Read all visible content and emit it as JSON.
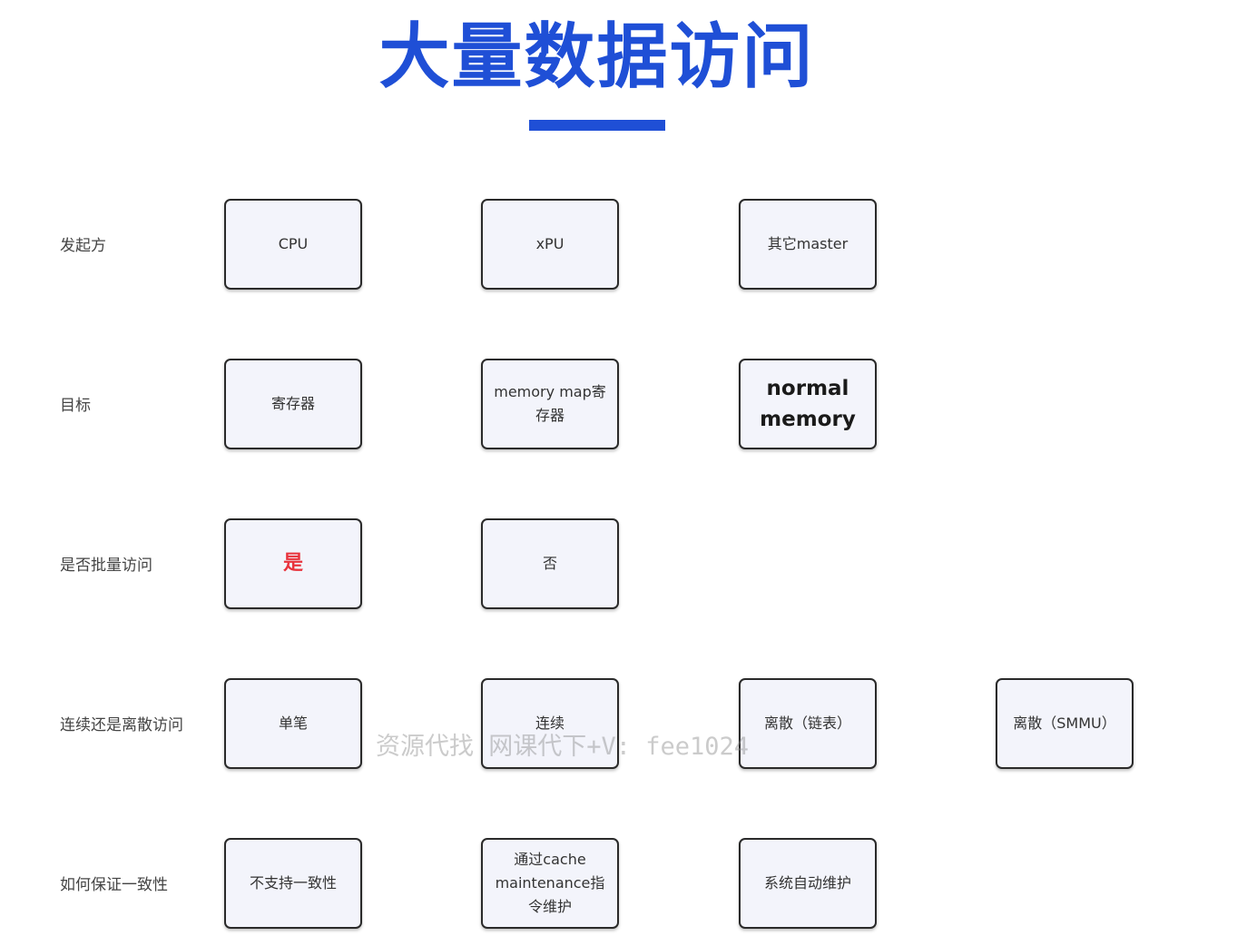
{
  "title": "大量数据访问",
  "rows": [
    {
      "label": "发起方",
      "cards": [
        "CPU",
        "xPU",
        "其它master"
      ]
    },
    {
      "label": "目标",
      "cards": [
        "寄存器",
        "memory map寄存器",
        "normal memory"
      ]
    },
    {
      "label": "是否批量访问",
      "cards": [
        "是",
        "否"
      ]
    },
    {
      "label": "连续还是离散访问",
      "cards": [
        "单笔",
        "连续",
        "离散（链表）",
        "离散（SMMU）"
      ]
    },
    {
      "label": "如何保证一致性",
      "cards": [
        "不支持一致性",
        "通过cache maintenance指令维护",
        "系统自动维护"
      ]
    }
  ],
  "watermark": "资源代找 网课代下+V: fee1024",
  "colors": {
    "accent": "#1f4fd6",
    "highlight": "#e8323c",
    "card_bg": "#f3f4fb",
    "card_border": "#2a2a2a"
  }
}
